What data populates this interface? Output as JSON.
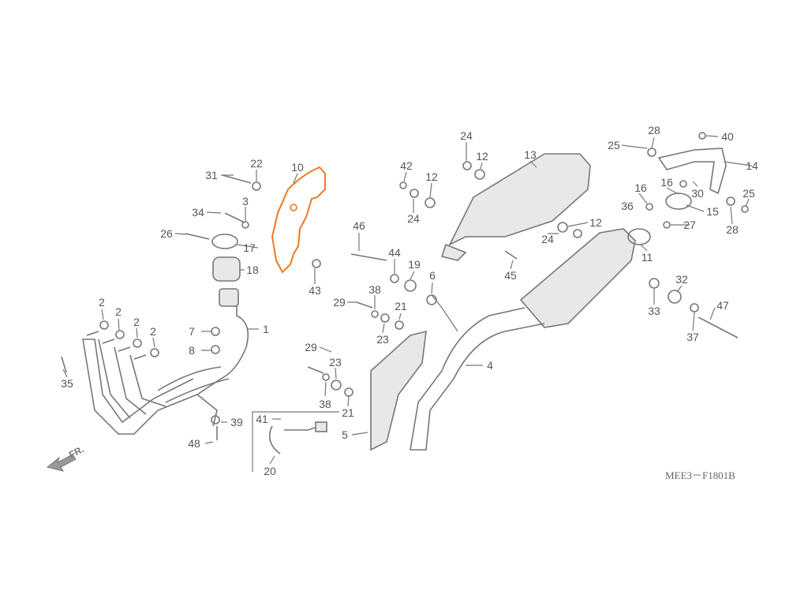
{
  "diagram_code": "MEE3－F1801B",
  "front_indicator": "FR.",
  "highlight_color": "#f07820",
  "line_color": "#777777",
  "labels": [
    "1",
    "2",
    "2",
    "2",
    "2",
    "3",
    "4",
    "5",
    "6",
    "7",
    "8",
    "10",
    "11",
    "12",
    "12",
    "12",
    "13",
    "14",
    "15",
    "16",
    "16",
    "17",
    "18",
    "19",
    "20",
    "21",
    "21",
    "22",
    "23",
    "23",
    "24",
    "24",
    "24",
    "25",
    "25",
    "26",
    "27",
    "28",
    "28",
    "29",
    "29",
    "30",
    "31",
    "32",
    "33",
    "34",
    "35",
    "36",
    "37",
    "38",
    "38",
    "39",
    "40",
    "41",
    "42",
    "43",
    "44",
    "45",
    "46",
    "47",
    "48"
  ]
}
